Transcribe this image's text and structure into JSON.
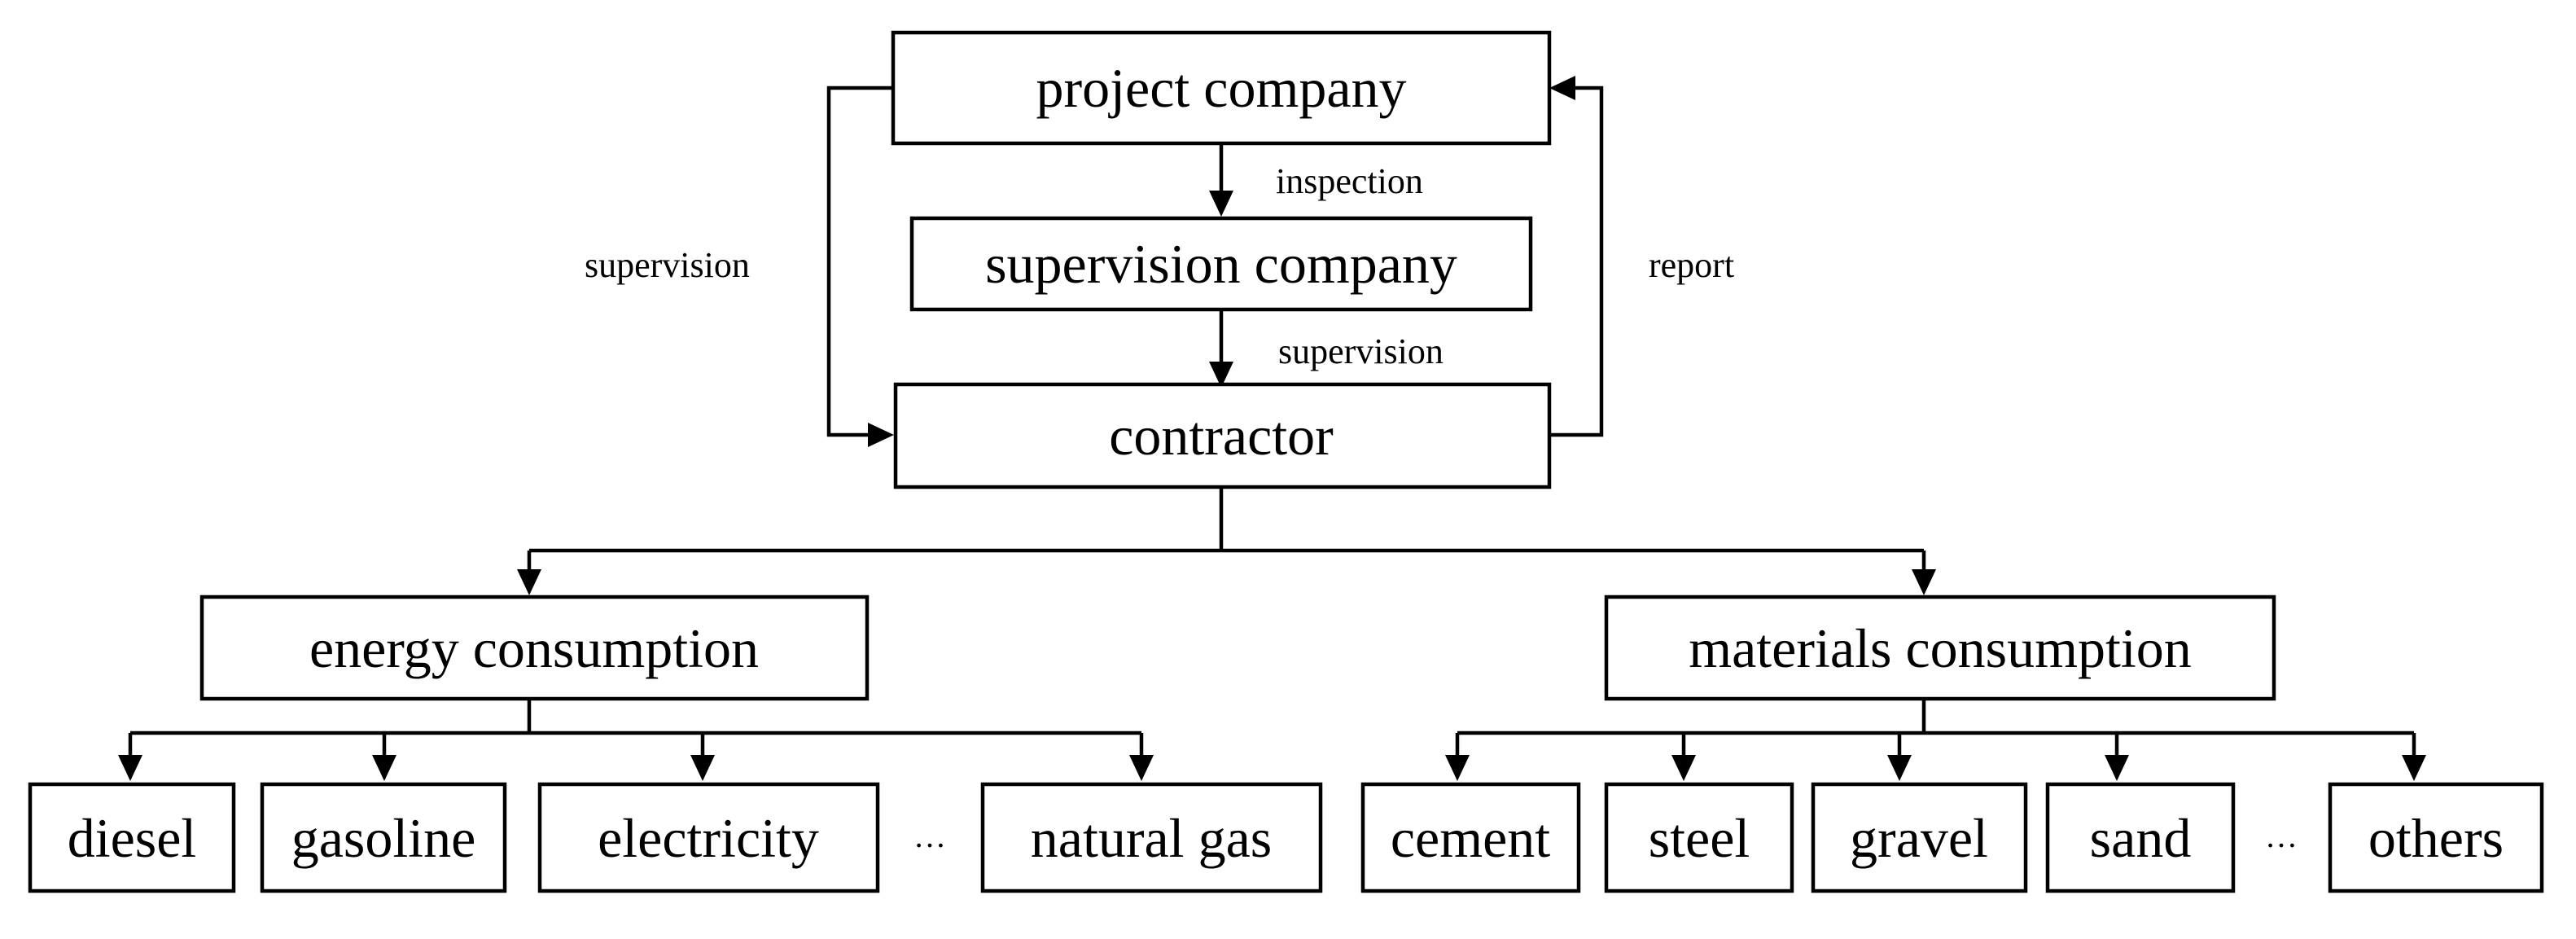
{
  "nodes": {
    "project_company": "project company",
    "supervision_company": "supervision company",
    "contractor": "contractor",
    "energy_consumption": "energy consumption",
    "materials_consumption": "materials consumption",
    "diesel": "diesel",
    "gasoline": "gasoline",
    "electricity": "electricity",
    "natural_gas": "natural gas",
    "cement": "cement",
    "steel": "steel",
    "gravel": "gravel",
    "sand": "sand",
    "others": "others"
  },
  "edge_labels": {
    "inspection": "inspection",
    "supervision_middle": "supervision",
    "supervision_left": "supervision",
    "report": "report"
  },
  "ellipsis": {
    "energy": "…",
    "materials": "…"
  },
  "colors": {
    "stroke": "#000000",
    "background": "#ffffff"
  }
}
